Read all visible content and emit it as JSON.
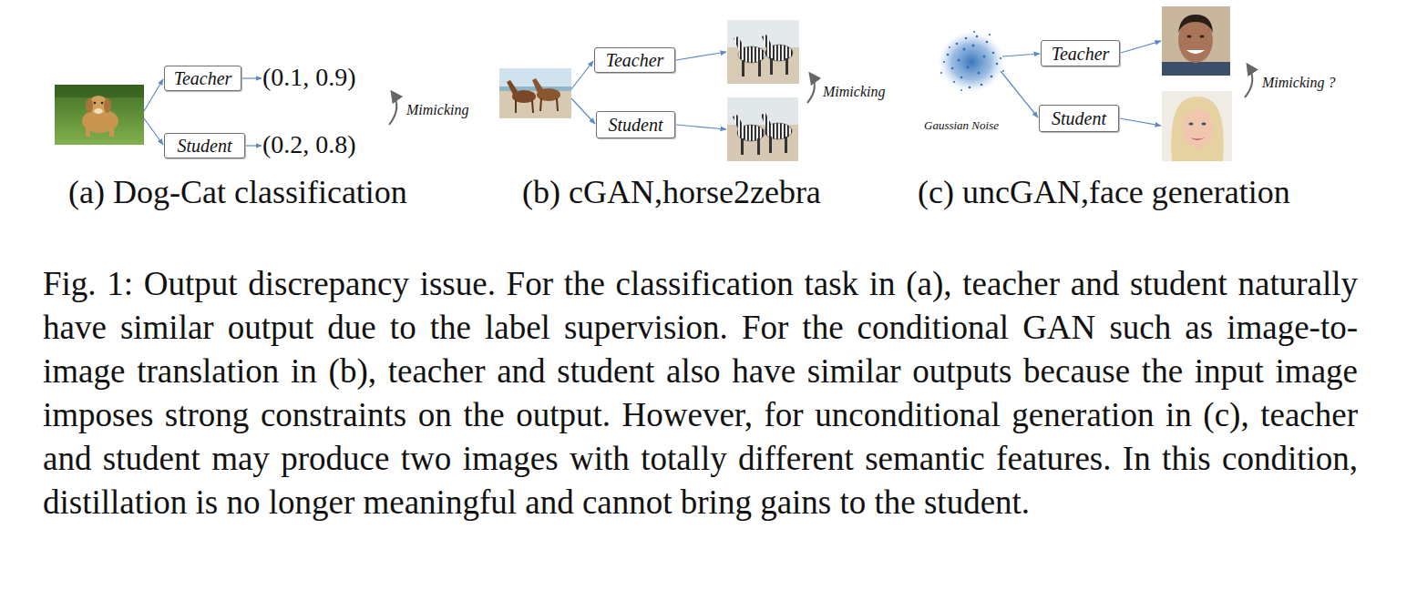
{
  "diagram": {
    "caption": "Fig. 1: Output discrepancy issue. For the classification task in (a), teacher and student naturally have similar output due to the label supervision. For the conditional GAN such as image-to-image translation in (b), teacher and student also have similar outputs because the input image imposes strong constraints on the output. However, for unconditional generation in (c), teacher and student may produce two images with totally different semantic features. In this condition, distillation is no longer meaningful and cannot bring gains to the student.",
    "nodes": [
      {
        "text": [
          "Teacher"
        ]
      },
      {
        "text": [
          "Student"
        ]
      },
      {
        "text": [
          "Teacher"
        ]
      },
      {
        "text": [
          "Student"
        ]
      },
      {
        "text": [
          "Teacher"
        ]
      },
      {
        "text": [
          "Student"
        ]
      }
    ],
    "labels": [
      "(0.1, 0.9)",
      "(0.2, 0.8)",
      "Mimicking",
      "(a) Dog-Cat classification",
      "Mimicking",
      "(b) cGAN,horse2zebra",
      "Gaussian Noise",
      "Mimicking ?",
      "(c) uncGAN,face generation"
    ]
  }
}
